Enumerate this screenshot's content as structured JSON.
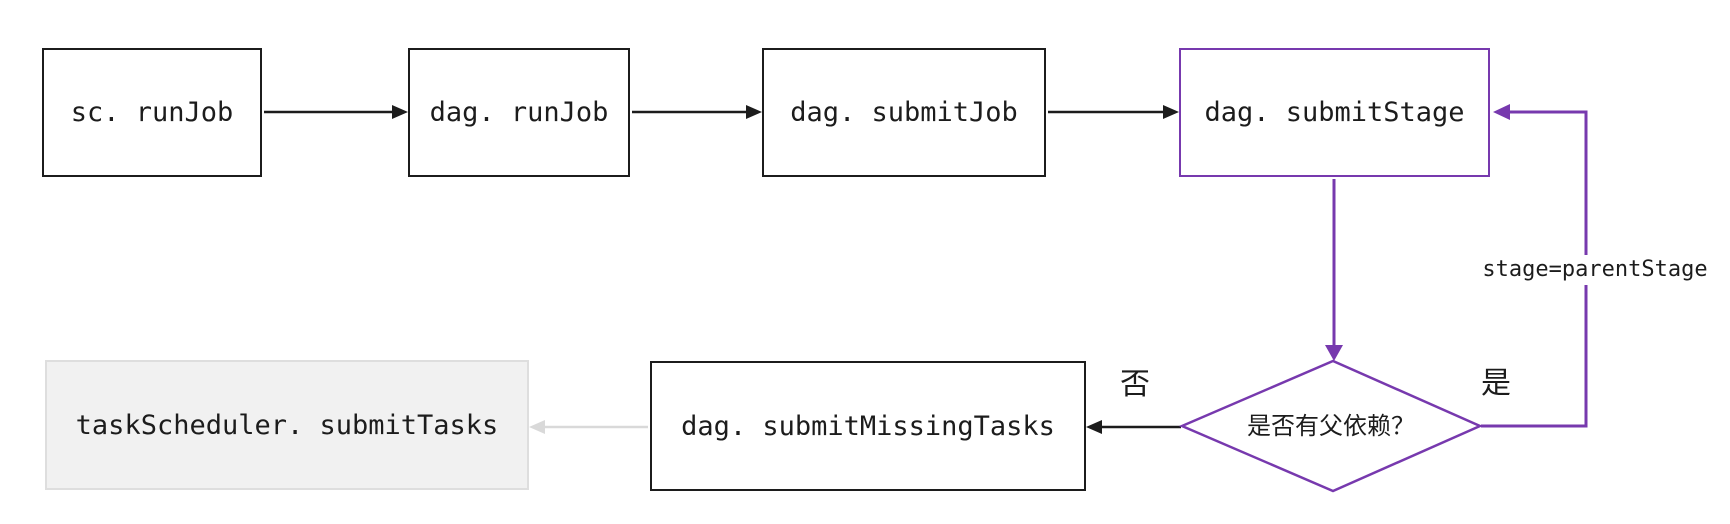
{
  "nodes": {
    "sc_run_job": {
      "label": "sc. runJob"
    },
    "dag_run_job": {
      "label": "dag. runJob"
    },
    "dag_submit_job": {
      "label": "dag. submitJob"
    },
    "dag_submit_stage": {
      "label": "dag. submitStage"
    },
    "task_scheduler_submit_tasks": {
      "label": "taskScheduler. submitTasks"
    },
    "dag_submit_missing_tasks": {
      "label": "dag. submitMissingTasks"
    },
    "decision": {
      "label": "是否有父依赖？"
    }
  },
  "edge_labels": {
    "loop": "stage=parentStage",
    "yes": "是",
    "no": "否"
  },
  "colors": {
    "accent-purple": "#7739ae",
    "line-black": "#1c1c1c",
    "line-gray": "#d9d9d9",
    "muted-box-bg": "#f1f1f1",
    "muted-box-border": "#dedede",
    "text": "#1c1c1c",
    "background": "#ffffff"
  }
}
